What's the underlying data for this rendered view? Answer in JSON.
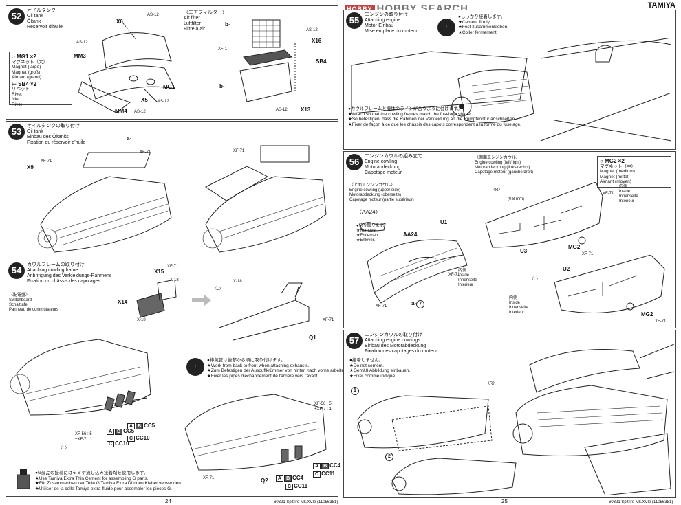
{
  "watermark": {
    "logo": "HOBBY",
    "text": "HOBBY SEARCH"
  },
  "brand": "TAMIYA",
  "steps": {
    "s52": {
      "number": "52",
      "jp": "オイルタンク",
      "en": "Oil tank",
      "de": "Öltank",
      "fr": "Réservoir d'huile",
      "labels": [
        "X6",
        "AS-12",
        "AS-12",
        "MM3",
        "MG1",
        "X5",
        "AS-12",
        "MM4",
        "AS-12"
      ],
      "legend": {
        "mg1": "MG1",
        "mg1_count": "×2",
        "mg1_jp": "マグネット（大）",
        "mg1_en": "Magnet (large)",
        "mg1_de": "Magnet (groß)",
        "mg1_fr": "Aimant (grand)",
        "sb4": "SB4",
        "sb4_count": "×2",
        "sb4_jp": "リベット",
        "sb4_en": "Rivet",
        "sb4_de": "Niet",
        "sb4_fr": "Rivet"
      }
    },
    "filter": {
      "jp": "〈エアフィルター〉",
      "en": "Air filter",
      "de": "Luftfilter",
      "fr": "Filtre à air",
      "labels": [
        "b-",
        "AS-12",
        "X16",
        "XF-1",
        "SB4",
        "b-",
        "AS-12",
        "X13"
      ]
    },
    "s53": {
      "number": "53",
      "jp": "オイルタンクの取り付け",
      "en": "Oil tank",
      "de": "Einbau des Öltanks",
      "fr": "Fixation du réservoir d'huile",
      "labels": [
        "X9",
        "XF-71",
        "a-",
        "XF-71",
        "XF-71"
      ]
    },
    "s54": {
      "number": "54",
      "jp": "カウルフレームの取り付け",
      "en": "Attaching cowling frame",
      "de": "Anbringung des Verkleidungs-Rahmens",
      "fr": "Fixation du châssis des capotages",
      "switch_jp": "〈配電盤〉",
      "switch_en": "Switchboard",
      "switch_de": "Schalttafel",
      "switch_fr": "Panneau de commutateurs",
      "labels": [
        "X15",
        "XF-71",
        "X-18",
        "X14",
        "X-18",
        "X-18",
        "XF-71",
        "Q1",
        "XF-56 : 5",
        "+XF-7 : 1",
        "XF-56 : 5",
        "+XF-7 : 1",
        "CC5",
        "CC10",
        "CC4",
        "CC11",
        "CC4",
        "CC11",
        "Q2",
        "XF-71"
      ],
      "note_jp": "●排気管は後部から順に取り付けます。",
      "note_en": "★Work from back to front when attaching exhausts.",
      "note_de": "★Zum Befestigen der Auspuffkrümmer von hinten nach vorne arbeiten.",
      "note_fr": "★Fixer les pipes d'échappement de l'arrière vers l'avant.",
      "bottom_jp": "●G部品の接着にはタミヤ流し込み接着剤を使用します。",
      "bottom_en": "★Use Tamiya Extra Thin Cement for assembling G parts.",
      "bottom_de": "★Für Zusammenbau der Teile G Tamiya Extra Dünnen Kleber verwenden.",
      "bottom_fr": "★Utiliser de la colle Tamiya extra-fluide pour assembler les pièces G.",
      "side_l": "〈L〉"
    },
    "s55": {
      "number": "55",
      "jp": "エンジンの取り付け",
      "en": "Attaching engine",
      "de": "Motor-Einbau",
      "fr": "Mise en place du moteur",
      "firm_jp": "●しっかり接着します。",
      "firm_en": "★Cement firmly.",
      "firm_de": "★Fest zusammenkleben.",
      "firm_fr": "★Coller fermement.",
      "align_jp": "●カウルフレームと機体のラインが合うように付けます。",
      "align_en": "★Attach so that the cowling frames match the fuselage shape.",
      "align_de": "★So befestigen, dass die Rahmen der Verkleidung an die Rumpfkontur anschließen.",
      "align_fr": "★Fixer de façon à ce que les châssis des capots correspondent à la forme du fuselage."
    },
    "s56": {
      "number": "56",
      "jp": "エンジンカウルの組み立て",
      "en": "Engine cowling",
      "de": "Motorabdeckung",
      "fr": "Capotage moteur",
      "upper_jp": "〈上面エンジンカウル〉",
      "upper_en": "Engine cowling (upper side)",
      "upper_de": "Motorabdeckung (oberseite)",
      "upper_fr": "Capotage moteur (partie supérieur)",
      "side_jp": "〈側面エンジンカウル〉",
      "side_en": "Engine cowling (left/right)",
      "side_de": "Motorabdeckung (links/rechts)",
      "side_fr": "Capotage moteur (gauche/droit)",
      "mg2": "MG2",
      "mg2_count": "×2",
      "mg2_jp": "マグネット（中）",
      "mg2_en": "Magnet (medium)",
      "mg2_de": "Magnet (mittel)",
      "mg2_fr": "Aimant (moyen)",
      "aa24_box": "〈AA24〉",
      "remove_jp": "●切り取ります。",
      "remove_en": "★Remove.",
      "remove_de": "★Entfernen.",
      "remove_fr": "★Enlever.",
      "labels": [
        "U1",
        "AA24",
        "XF-71",
        "XF-71",
        "a-",
        "U3",
        "MG2",
        "XF-71",
        "U2",
        "MG2",
        "XF-71",
        "XF-71"
      ],
      "r": "〈R〉",
      "l": "〈L〉",
      "hole": "(0.8 mm)",
      "inside_jp": "内側",
      "inside_en": "Inside",
      "inside_de": "Innenseite",
      "inside_fr": "Intérieur"
    },
    "s57": {
      "number": "57",
      "jp": "エンジンカウルの取り付け",
      "en": "Attaching engine cowlings",
      "de": "Einbau des Motorabdeckung",
      "fr": "Fixation des capotages du moteur",
      "n1_jp": "●接着しません。",
      "n1_en": "★Do not cement.",
      "n1_de": "★Gemäß Abbildung einbauen.",
      "n1_fr": "★Fixer comme indiqué.",
      "r": "〈R〉",
      "one": "1",
      "two": "2"
    }
  },
  "page_left_no": "24",
  "page_right_no": "25",
  "footer_left": "60321 Spitfire Mk.XVIe (11056381)",
  "footer_right": "60321 Spitfire Mk.XVIe (11056381)"
}
